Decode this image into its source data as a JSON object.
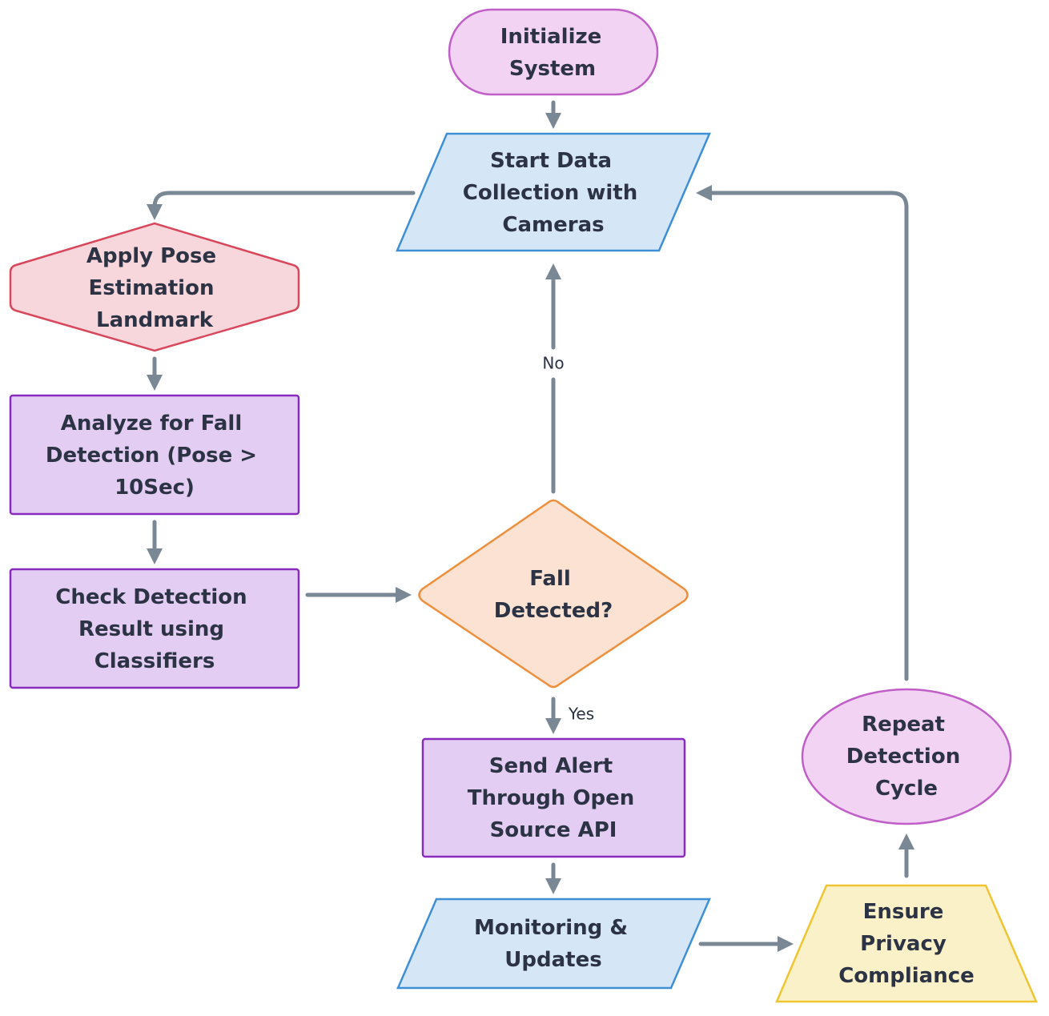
{
  "nodes": {
    "initialize": {
      "lines": [
        "Initialize",
        "System"
      ],
      "shape": "stadium",
      "fill": "#f2d3f3",
      "stroke": "#c05fc8"
    },
    "start_data": {
      "lines": [
        "Start Data",
        "Collection with",
        "Cameras"
      ],
      "shape": "parallelogram",
      "fill": "#d5e6f6",
      "stroke": "#3f8fd6"
    },
    "apply_pose": {
      "lines": [
        "Apply Pose",
        "Estimation",
        "Landmark"
      ],
      "shape": "hexagon",
      "fill": "#f7d7dc",
      "stroke": "#d9475c"
    },
    "analyze_fall": {
      "lines": [
        "Analyze for Fall",
        "Detection (Pose >",
        "10Sec)"
      ],
      "shape": "rectangle",
      "fill": "#e3cdf3",
      "stroke": "#8a2bbf"
    },
    "check_detection": {
      "lines": [
        "Check Detection",
        "Result using",
        "Classifiers"
      ],
      "shape": "rectangle",
      "fill": "#e3cdf3",
      "stroke": "#8a2bbf"
    },
    "fall_detected": {
      "lines": [
        "Fall",
        "Detected?"
      ],
      "shape": "diamond",
      "fill": "#fbe2d2",
      "stroke": "#ee8f3e"
    },
    "send_alert": {
      "lines": [
        "Send Alert",
        "Through Open",
        "Source API"
      ],
      "shape": "rectangle",
      "fill": "#e3cdf3",
      "stroke": "#8a2bbf"
    },
    "monitoring": {
      "lines": [
        "Monitoring &",
        "Updates"
      ],
      "shape": "parallelogram",
      "fill": "#d5e6f6",
      "stroke": "#3f8fd6"
    },
    "privacy": {
      "lines": [
        "Ensure",
        "Privacy",
        "Compliance"
      ],
      "shape": "trapezoid",
      "fill": "#fbf1c8",
      "stroke": "#efc531"
    },
    "repeat": {
      "lines": [
        "Repeat",
        "Detection",
        "Cycle"
      ],
      "shape": "ellipse",
      "fill": "#f2d3f3",
      "stroke": "#c05fc8"
    }
  },
  "edges": {
    "no_label": "No",
    "yes_label": "Yes"
  },
  "colors": {
    "arrow": "#7a8794",
    "text": "#2c3344"
  }
}
